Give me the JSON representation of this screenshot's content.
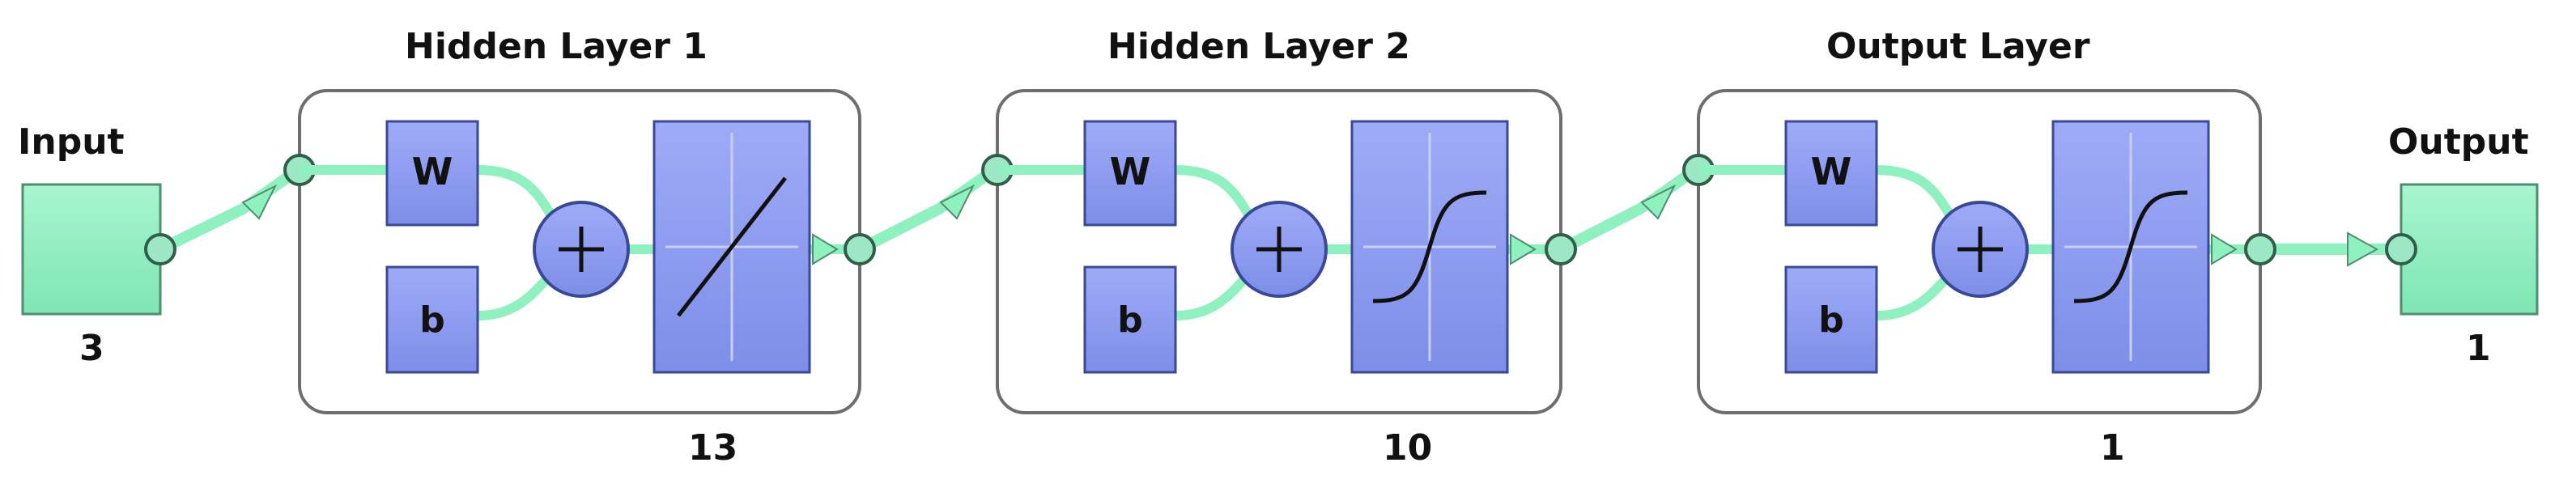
{
  "input": {
    "label": "Input",
    "size": "3"
  },
  "output": {
    "label": "Output",
    "size": "1"
  },
  "layers": [
    {
      "title": "Hidden Layer 1",
      "size": "13",
      "weight_label": "W",
      "bias_label": "b",
      "transfer": "linear"
    },
    {
      "title": "Hidden Layer 2",
      "size": "10",
      "weight_label": "W",
      "bias_label": "b",
      "transfer": "sigmoid"
    },
    {
      "title": "Output Layer",
      "size": "1",
      "weight_label": "W",
      "bias_label": "b",
      "transfer": "sigmoid"
    }
  ],
  "colors": {
    "io_box": "#8ff0c0",
    "block": "#8c9cf2",
    "connector": "#8ff0c0",
    "node": "#9de8c4",
    "frame": "#6e6e6e"
  }
}
